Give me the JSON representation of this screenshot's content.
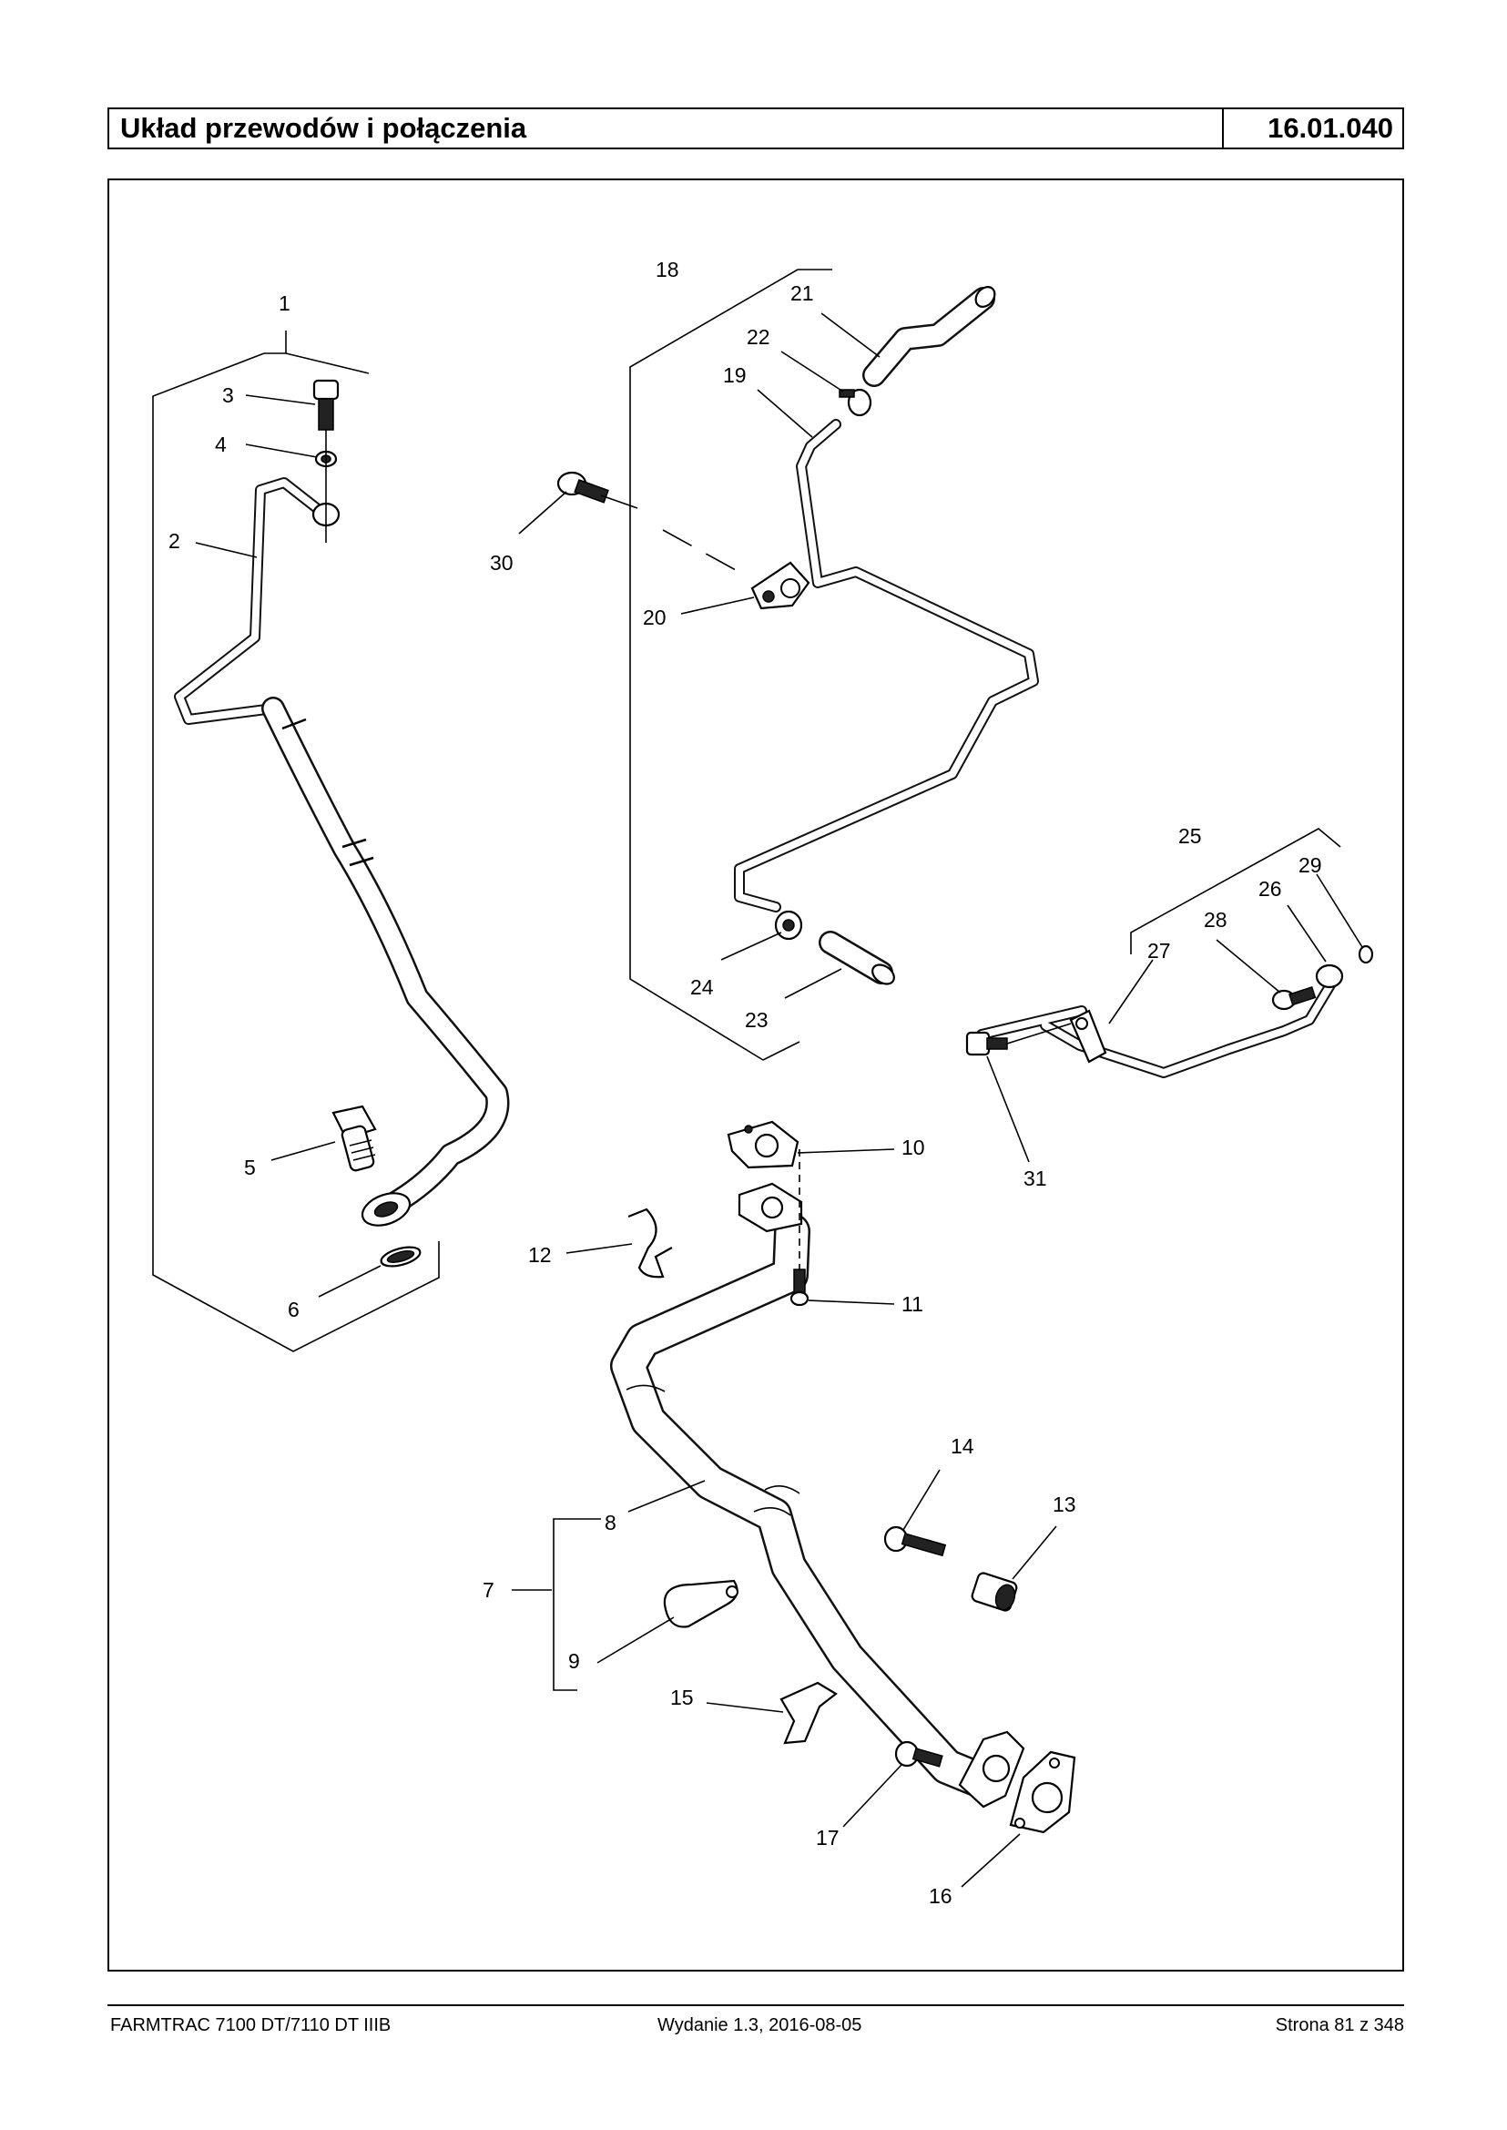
{
  "header": {
    "title": "Układ przewodów i połączenia",
    "code": "16.01.040"
  },
  "callouts": [
    "1",
    "2",
    "3",
    "4",
    "5",
    "6",
    "7",
    "8",
    "9",
    "10",
    "11",
    "12",
    "13",
    "14",
    "15",
    "16",
    "17",
    "18",
    "19",
    "20",
    "21",
    "22",
    "23",
    "24",
    "25",
    "26",
    "27",
    "28",
    "29",
    "30",
    "31"
  ],
  "footer": {
    "model": "FARMTRAC 7100 DT/7110 DT IIIB",
    "edition": "Wydanie 1.3,  2016-08-05",
    "page": "Strona 81 z 348"
  }
}
